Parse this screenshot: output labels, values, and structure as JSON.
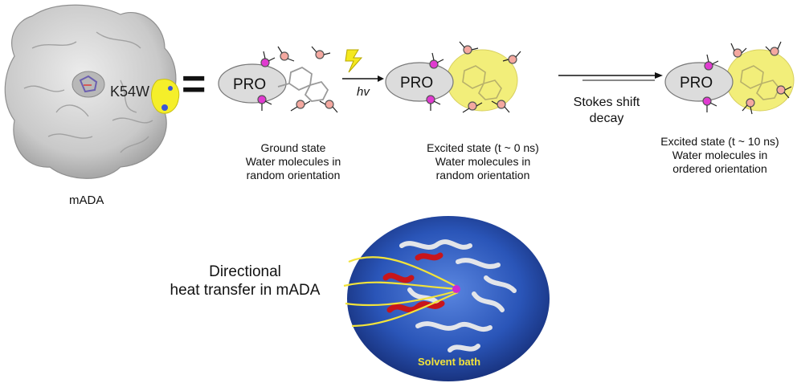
{
  "protein": {
    "name": "mADA",
    "mutation": "K54W",
    "equals": "="
  },
  "states": [
    {
      "pro": "PRO",
      "lines": [
        "Ground state",
        "Water molecules in",
        "random orientation"
      ]
    },
    {
      "pro": "PRO",
      "lines": [
        "Excited state (t ~ 0 ns)",
        "Water molecules in",
        "random orientation"
      ]
    },
    {
      "pro": "PRO",
      "lines": [
        "Excited state (t ~ 10 ns)",
        "Water molecules in",
        "ordered orientation"
      ]
    }
  ],
  "arrows": {
    "excitation": "hv",
    "relaxation": [
      "Stokes shift",
      "decay"
    ]
  },
  "heat": {
    "lines": [
      "Directional",
      "heat transfer in mADA"
    ],
    "bath": "Solvent bath"
  },
  "colors": {
    "surface": "#cfcfcf",
    "trp": "#f5ef2a",
    "glow": "#f2ee7a",
    "ellipse": "#dcdcdc",
    "water_o": "#f4a8a0",
    "water_n": "#e03ad0",
    "bath": "#2a55b8",
    "helix": "#c8151b",
    "heat_path": "#f2e33a"
  }
}
